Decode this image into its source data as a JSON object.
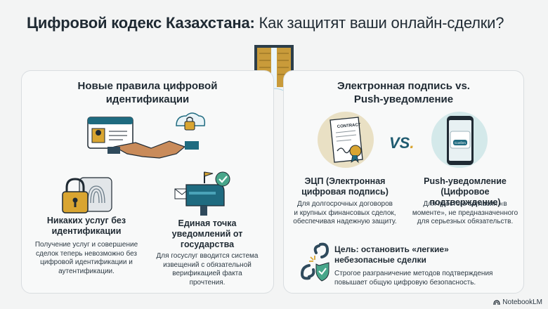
{
  "title": {
    "bold": "Цифровой кодекс Казахстана:",
    "rest": " Как защитят ваши онлайн-сделки?"
  },
  "left_panel": {
    "title_lines": [
      "Новые правила цифровой",
      "идентификации"
    ],
    "card1": {
      "title_lines": [
        "Никаких услуг без",
        "идентификации"
      ],
      "text_lines": [
        "Получение услуг и совершение",
        "сделок теперь невозможно без",
        "цифровой идентификации и",
        "аутентификации."
      ]
    },
    "card2": {
      "title_lines": [
        "Единая точка",
        "уведомлений от",
        "государства"
      ],
      "text_lines": [
        "Для госуслуг вводится система",
        "извещений с обязательной",
        "верификацией факта",
        "прочтения."
      ]
    }
  },
  "right_panel": {
    "title_lines": [
      "Электронная подпись vs.",
      "Push-уведомление"
    ],
    "vs": "VS",
    "contract_label": "CONTRACT",
    "confirm_label": "Confirm",
    "card1": {
      "title_lines": [
        "ЭЦП (Электронная",
        "цифровая подпись)"
      ],
      "text_lines": [
        "Для долгосрочных договоров",
        "и крупных финансовых сделок,",
        "обеспечивая надежную защиту."
      ]
    },
    "card2": {
      "title_lines": [
        "Push-уведомление",
        "(Цифровое подтверждение)"
      ],
      "text_lines": [
        "Для простого согласия «в",
        "моменте», не предназначенного",
        "для серьезных обязательств."
      ]
    }
  },
  "goal": {
    "title_lines": [
      "Цель: остановить «легкие»",
      "небезопасные сделки"
    ],
    "text_lines": [
      "Строгое разграничение методов подтверждения",
      "повышает общую цифровую безопасность."
    ]
  },
  "brand": "NotebookLM",
  "colors": {
    "teal": "#1f6b80",
    "gold": "#d9a531",
    "green": "#48a68a",
    "navy": "#1f2a33"
  }
}
